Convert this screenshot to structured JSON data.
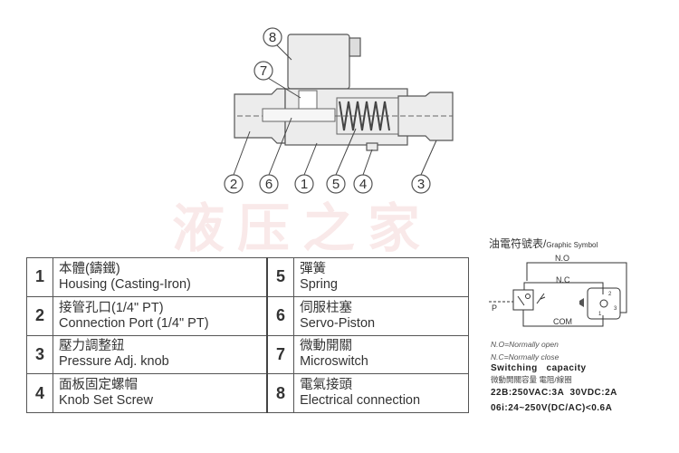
{
  "watermark": "液压之家",
  "callouts": [
    "8",
    "7",
    "2",
    "6",
    "1",
    "5",
    "4",
    "3"
  ],
  "parts": [
    {
      "num": "1",
      "zh": "本體(鑄鐵)",
      "en": "Housing (Casting-Iron)"
    },
    {
      "num": "2",
      "zh": "接管孔口(1/4\" PT)",
      "en": "Connection Port (1/4\" PT)"
    },
    {
      "num": "3",
      "zh": "壓力調整鈕",
      "en": "Pressure Adj. knob"
    },
    {
      "num": "4",
      "zh": "面板固定螺帽",
      "en": "Knob Set Screw"
    },
    {
      "num": "5",
      "zh": "彈簧",
      "en": "Spring"
    },
    {
      "num": "6",
      "zh": "伺服柱塞",
      "en": "Servo-Piston"
    },
    {
      "num": "7",
      "zh": "微動開關",
      "en": "Microswitch"
    },
    {
      "num": "8",
      "zh": "電氣接頭",
      "en": "Electrical connection"
    }
  ],
  "symbol": {
    "title_zh": "油電符號表/",
    "title_en": "Graphic Symbol",
    "no": "N.O",
    "nc": "N.C",
    "com": "COM",
    "p": "P",
    "pins": [
      "1",
      "2",
      "3"
    ],
    "note_no": "N.O=Normally open",
    "note_nc": "N.C=Normally close",
    "capacity_en": "Switching   capacity",
    "capacity_zh": "微動開關容量  電阻/線圈",
    "rating1": "22B:250VAC:3A  30VDC:2A",
    "rating2": "06i:24~250V(DC/AC)<0.6A"
  }
}
